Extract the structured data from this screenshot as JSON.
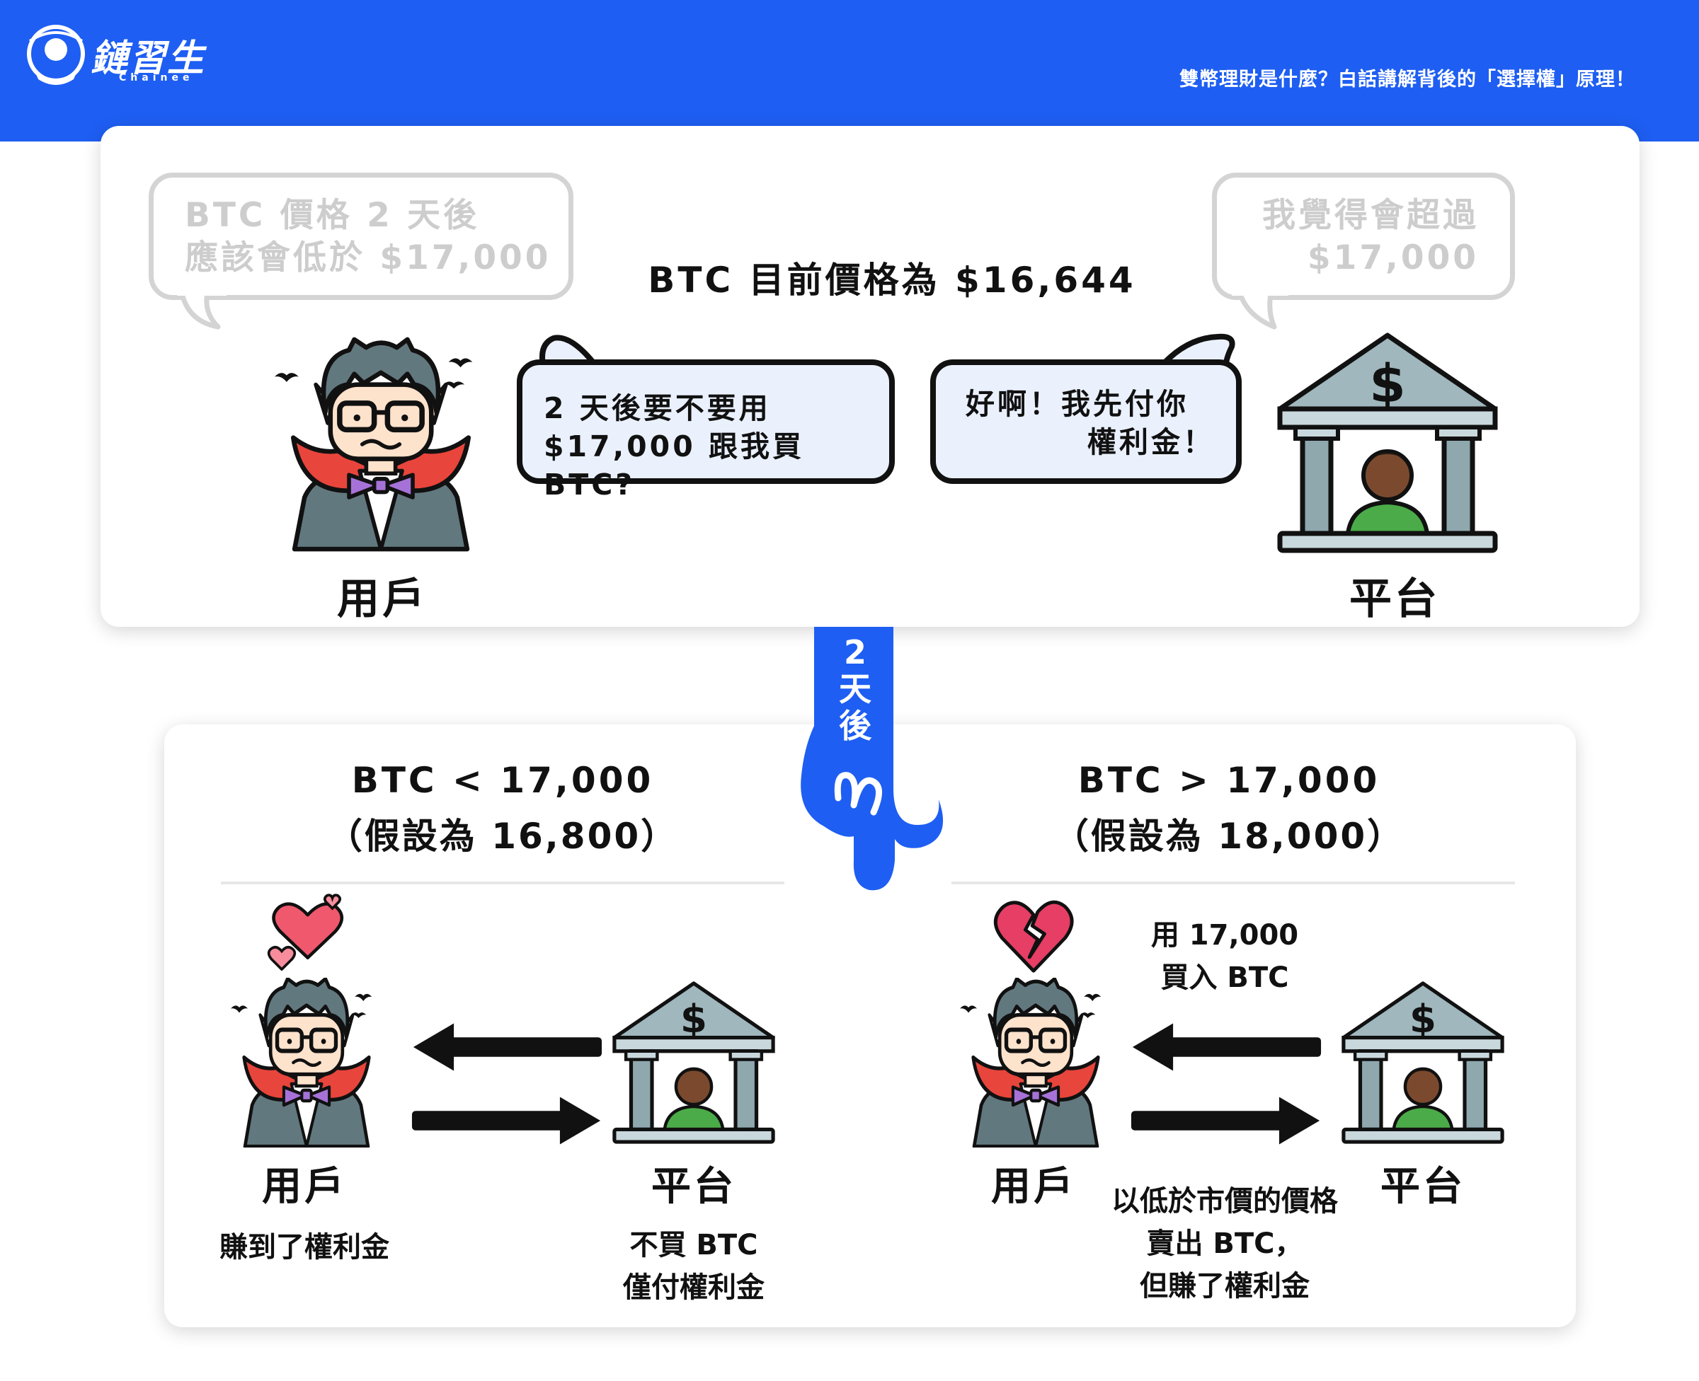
{
  "header": {
    "brand_name": "鏈習生",
    "brand_sub": "Chainee",
    "title": "雙幣理財是什麼？白話講解背後的「選擇權」原理！"
  },
  "top": {
    "ghost_left_line1": "BTC 價格 2 天後",
    "ghost_left_line2": "應該會低於 $17,000",
    "ghost_right_line1": "我覺得會超過",
    "ghost_right_line2": "$17,000",
    "price_title": "BTC 目前價格為 $16,644",
    "user_bubble_line1": "2 天後要不要用",
    "user_bubble_line2": "$17,000 跟我買 BTC?",
    "platform_bubble_line1": "好啊！我先付你",
    "platform_bubble_line2": "權利金！",
    "user_label": "用戶",
    "platform_label": "平台"
  },
  "connector": {
    "label_1": "2",
    "label_2": "天",
    "label_3": "後"
  },
  "bottom": {
    "left": {
      "condition": "BTC < 17,000",
      "assumption": "（假設為 16,800）",
      "user_label": "用戶",
      "platform_label": "平台",
      "user_result": "賺到了權利金",
      "platform_result_1": "不買 BTC",
      "platform_result_2": "僅付權利金"
    },
    "right": {
      "condition": "BTC > 17,000",
      "assumption": "（假設為 18,000）",
      "arrow_note_1": "用 17,000",
      "arrow_note_2": "買入 BTC",
      "user_label": "用戶",
      "platform_label": "平台",
      "user_result_1": "以低於市價的價格",
      "user_result_2": "賣出 BTC，",
      "user_result_3": "但賺了權利金"
    }
  },
  "colors": {
    "header_blue": "#1e5ef2",
    "bubble_fill": "#eaf1fd",
    "ghost_border": "#d4d4d4",
    "vampire_cape": "#e8453c",
    "bank_roof": "#9fb7bd",
    "heart_pink": "#f0586d"
  }
}
